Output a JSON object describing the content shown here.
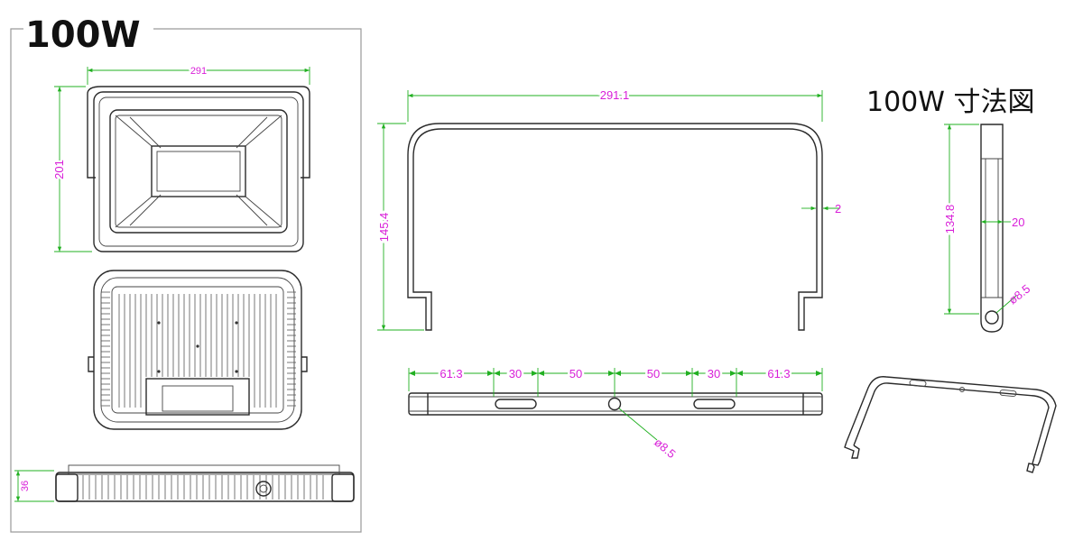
{
  "header": {
    "model_label": "100W",
    "sheet_title": "100W 寸法図"
  },
  "colors": {
    "dimension_text": "#d81fd8",
    "dimension_line": "#22b022",
    "outline": "#2a2a2a"
  },
  "views": {
    "light_front": {
      "width_dim": "291",
      "height_dim": "201"
    },
    "light_rear": {},
    "light_side": {
      "depth_dim": "36"
    },
    "bracket_front": {
      "width_dim": "291.1",
      "height_dim": "145.4",
      "thickness_dim": "2"
    },
    "bracket_side": {
      "height_dim": "134.8",
      "width_dim": "20",
      "hole_dim": "ø8.5"
    },
    "bracket_top": {
      "segments": [
        "61.3",
        "30",
        "50",
        "50",
        "30",
        "61.3"
      ],
      "hole_dim": "ø8.5"
    },
    "bracket_iso": {}
  }
}
